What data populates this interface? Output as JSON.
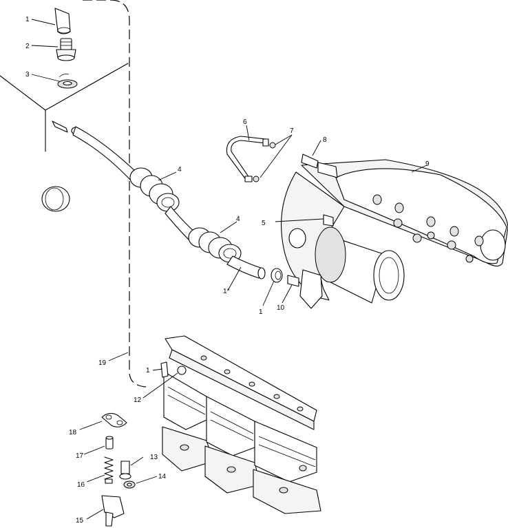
{
  "callouts": [
    {
      "id": "c1a",
      "text": "1"
    },
    {
      "id": "c2",
      "text": "2"
    },
    {
      "id": "c3",
      "text": "3"
    },
    {
      "id": "c4a",
      "text": "4"
    },
    {
      "id": "c4b",
      "text": "4"
    },
    {
      "id": "c1b",
      "text": "1*"
    },
    {
      "id": "c1c",
      "text": "1"
    },
    {
      "id": "c10",
      "text": "10"
    },
    {
      "id": "c5",
      "text": "5"
    },
    {
      "id": "c6",
      "text": "6"
    },
    {
      "id": "c7",
      "text": "7"
    },
    {
      "id": "c8",
      "text": "8"
    },
    {
      "id": "c9",
      "text": "9"
    },
    {
      "id": "c19",
      "text": "19"
    },
    {
      "id": "c1d",
      "text": "1"
    },
    {
      "id": "c12",
      "text": "12"
    },
    {
      "id": "c18",
      "text": "18"
    },
    {
      "id": "c17",
      "text": "17"
    },
    {
      "id": "c13",
      "text": "13"
    },
    {
      "id": "c16",
      "text": "16"
    },
    {
      "id": "c14",
      "text": "14"
    },
    {
      "id": "c15",
      "text": "15"
    }
  ]
}
